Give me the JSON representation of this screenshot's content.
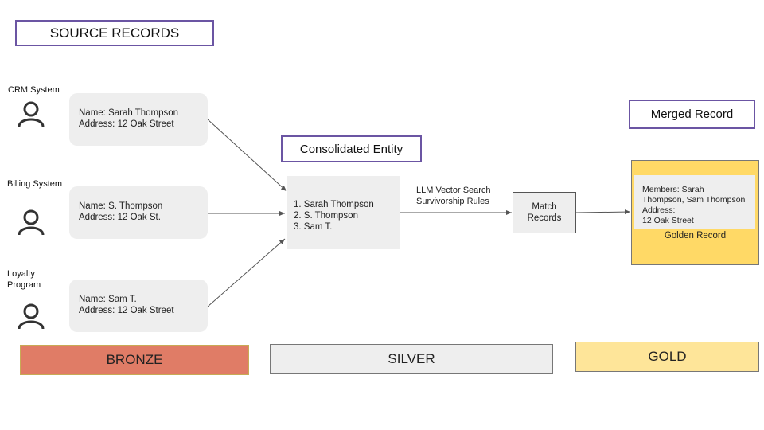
{
  "headers": {
    "source_records": "SOURCE RECORDS",
    "consolidated_entity": "Consolidated Entity",
    "merged_record": "Merged Record"
  },
  "sources": [
    {
      "system": "CRM System",
      "name_line": "Name: Sarah Thompson",
      "address_line": "Address: 12 Oak Street"
    },
    {
      "system": "Billing System",
      "name_line": "Name: S. Thompson",
      "address_line": "Address: 12 Oak St."
    },
    {
      "system_line1": "Loyalty",
      "system_line2": "Program",
      "name_line": "Name: Sam T.",
      "address_line": "Address: 12 Oak Street"
    }
  ],
  "consolidated": {
    "items": [
      "1. Sarah Thompson",
      "2. S. Thompson",
      "3. Sam T."
    ]
  },
  "edge_label": {
    "line1": "LLM Vector Search",
    "line2": "Survivorship Rules"
  },
  "match": {
    "line1": "Match",
    "line2": "Records"
  },
  "golden": {
    "members_line1": "Members: Sarah",
    "members_line2": "Thompson, Sam Thompson",
    "address_line1": "Address:",
    "address_line2": "12 Oak Street",
    "caption": "Golden Record"
  },
  "tiers": {
    "bronze": "BRONZE",
    "silver": "SILVER",
    "gold": "GOLD"
  },
  "colors": {
    "header_border": "#6b55a3",
    "bronze": "#e07c66",
    "silver": "#eeeeee",
    "gold_tier": "#fee599",
    "golden_record": "#ffd966"
  },
  "icons": [
    "person-icon",
    "arrow-head"
  ]
}
